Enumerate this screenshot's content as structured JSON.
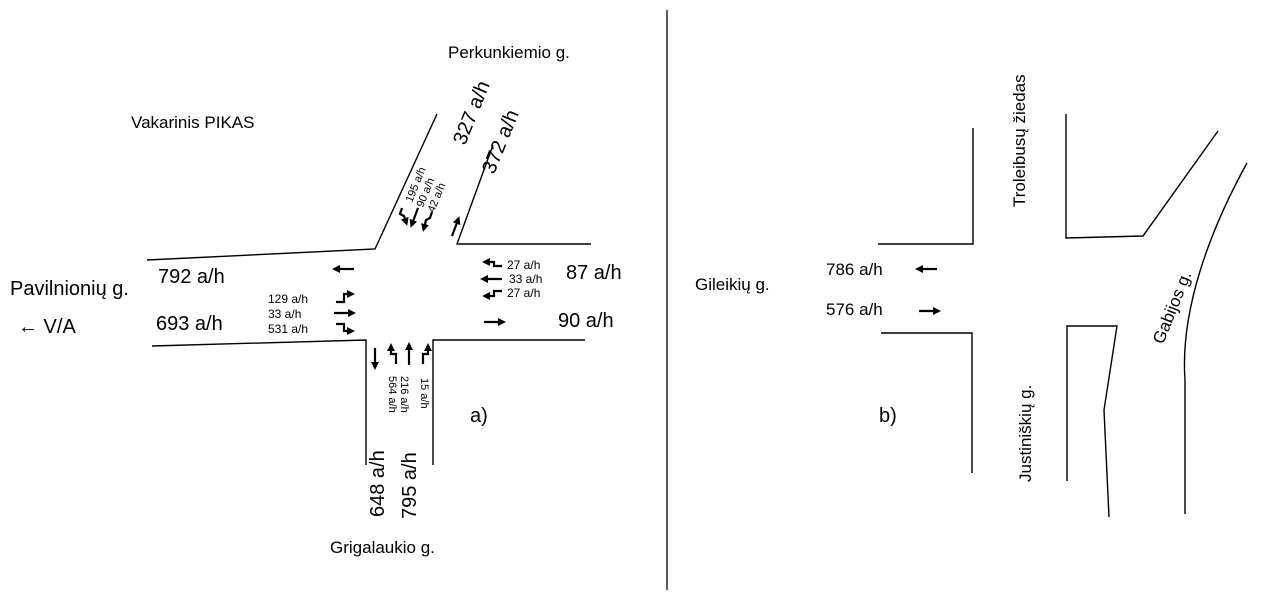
{
  "panel_a": {
    "label": "a)",
    "streets": {
      "north": "Perkunkiemio g.",
      "west": "Pavilnionių g.",
      "south": "Grigalaukio g.",
      "area": "Vakarinis PIKAS",
      "direction": "← V/A"
    },
    "volumes": {
      "north_out": "327 a/h",
      "north_in": "372 a/h",
      "west_out": "792 a/h",
      "west_in": "693 a/h",
      "east_in": "87 a/h",
      "east_out": "90 a/h",
      "south_out": "648 a/h",
      "south_in": "795 a/h"
    },
    "turns": {
      "north": [
        "195 a/h",
        "90 a/h",
        "42 a/h"
      ],
      "west": [
        "129 a/h",
        "33 a/h",
        "531 a/h"
      ],
      "east": [
        "27 a/h",
        "33 a/h",
        "27 a/h"
      ],
      "south": [
        "564 a/h",
        "216 a/h",
        "15 a/h"
      ]
    }
  },
  "panel_b": {
    "label": "b)",
    "streets": {
      "north": "Troleibusų žiedas",
      "west": "Gileikių g.",
      "south": "Justiniškių g.",
      "east": "Gabijos g."
    },
    "volumes": {
      "west_out": "786 a/h",
      "west_in": "576 a/h"
    }
  }
}
